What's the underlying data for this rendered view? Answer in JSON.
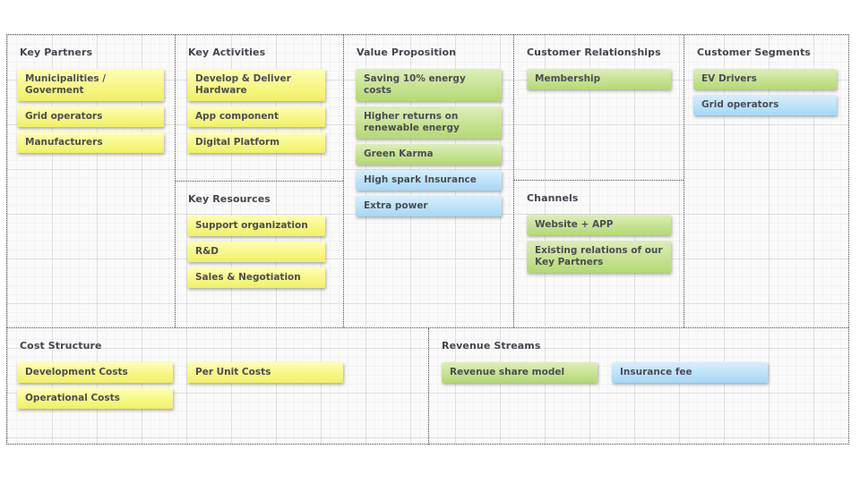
{
  "palette": {
    "yellow_top": "#ffffb5",
    "yellow_bottom": "#f0f063",
    "green_top": "#ddeeba",
    "green_bottom": "#b4d972",
    "blue_top": "#d9eefb",
    "blue_bottom": "#a5d8f6",
    "text": "#4c4c56",
    "border": "#4a4a4a",
    "grid_background": "#fafafa"
  },
  "sections": {
    "key_partners": {
      "title": "Key Partners",
      "notes": [
        {
          "text": "Municipalities / Goverment",
          "color": "yellow"
        },
        {
          "text": "Grid operators",
          "color": "yellow"
        },
        {
          "text": "Manufacturers",
          "color": "yellow"
        }
      ]
    },
    "key_activities": {
      "title": "Key Activities",
      "notes": [
        {
          "text": "Develop & Deliver Hardware",
          "color": "yellow"
        },
        {
          "text": "App component",
          "color": "yellow"
        },
        {
          "text": "Digital Platform",
          "color": "yellow"
        }
      ]
    },
    "key_resources": {
      "title": "Key Resources",
      "notes": [
        {
          "text": "Support organization",
          "color": "yellow"
        },
        {
          "text": "R&D",
          "color": "yellow"
        },
        {
          "text": "Sales & Negotiation",
          "color": "yellow"
        }
      ]
    },
    "value_proposition": {
      "title": "Value Proposition",
      "notes": [
        {
          "text": "Saving 10% energy costs",
          "color": "green"
        },
        {
          "text": "Higher returns on renewable energy",
          "color": "green"
        },
        {
          "text": "Green Karma",
          "color": "green"
        },
        {
          "text": "High spark Insurance",
          "color": "blue"
        },
        {
          "text": "Extra power",
          "color": "blue"
        }
      ]
    },
    "customer_relationships": {
      "title": "Customer Relationships",
      "notes": [
        {
          "text": "Membership",
          "color": "green"
        }
      ]
    },
    "channels": {
      "title": "Channels",
      "notes": [
        {
          "text": "Website + APP",
          "color": "green"
        },
        {
          "text": "Existing relations of our Key Partners",
          "color": "green"
        }
      ]
    },
    "customer_segments": {
      "title": "Customer Segments",
      "notes": [
        {
          "text": "EV Drivers",
          "color": "green"
        },
        {
          "text": "Grid operators",
          "color": "blue"
        }
      ]
    },
    "cost_structure": {
      "title": "Cost Structure",
      "notes_left": [
        {
          "text": "Development Costs",
          "color": "yellow"
        },
        {
          "text": "Operational Costs",
          "color": "yellow"
        }
      ],
      "notes_right": [
        {
          "text": "Per Unit Costs",
          "color": "yellow"
        }
      ]
    },
    "revenue_streams": {
      "title": "Revenue Streams",
      "notes_left": [
        {
          "text": "Revenue share model",
          "color": "green"
        }
      ],
      "notes_right": [
        {
          "text": "Insurance fee",
          "color": "blue"
        }
      ]
    }
  }
}
